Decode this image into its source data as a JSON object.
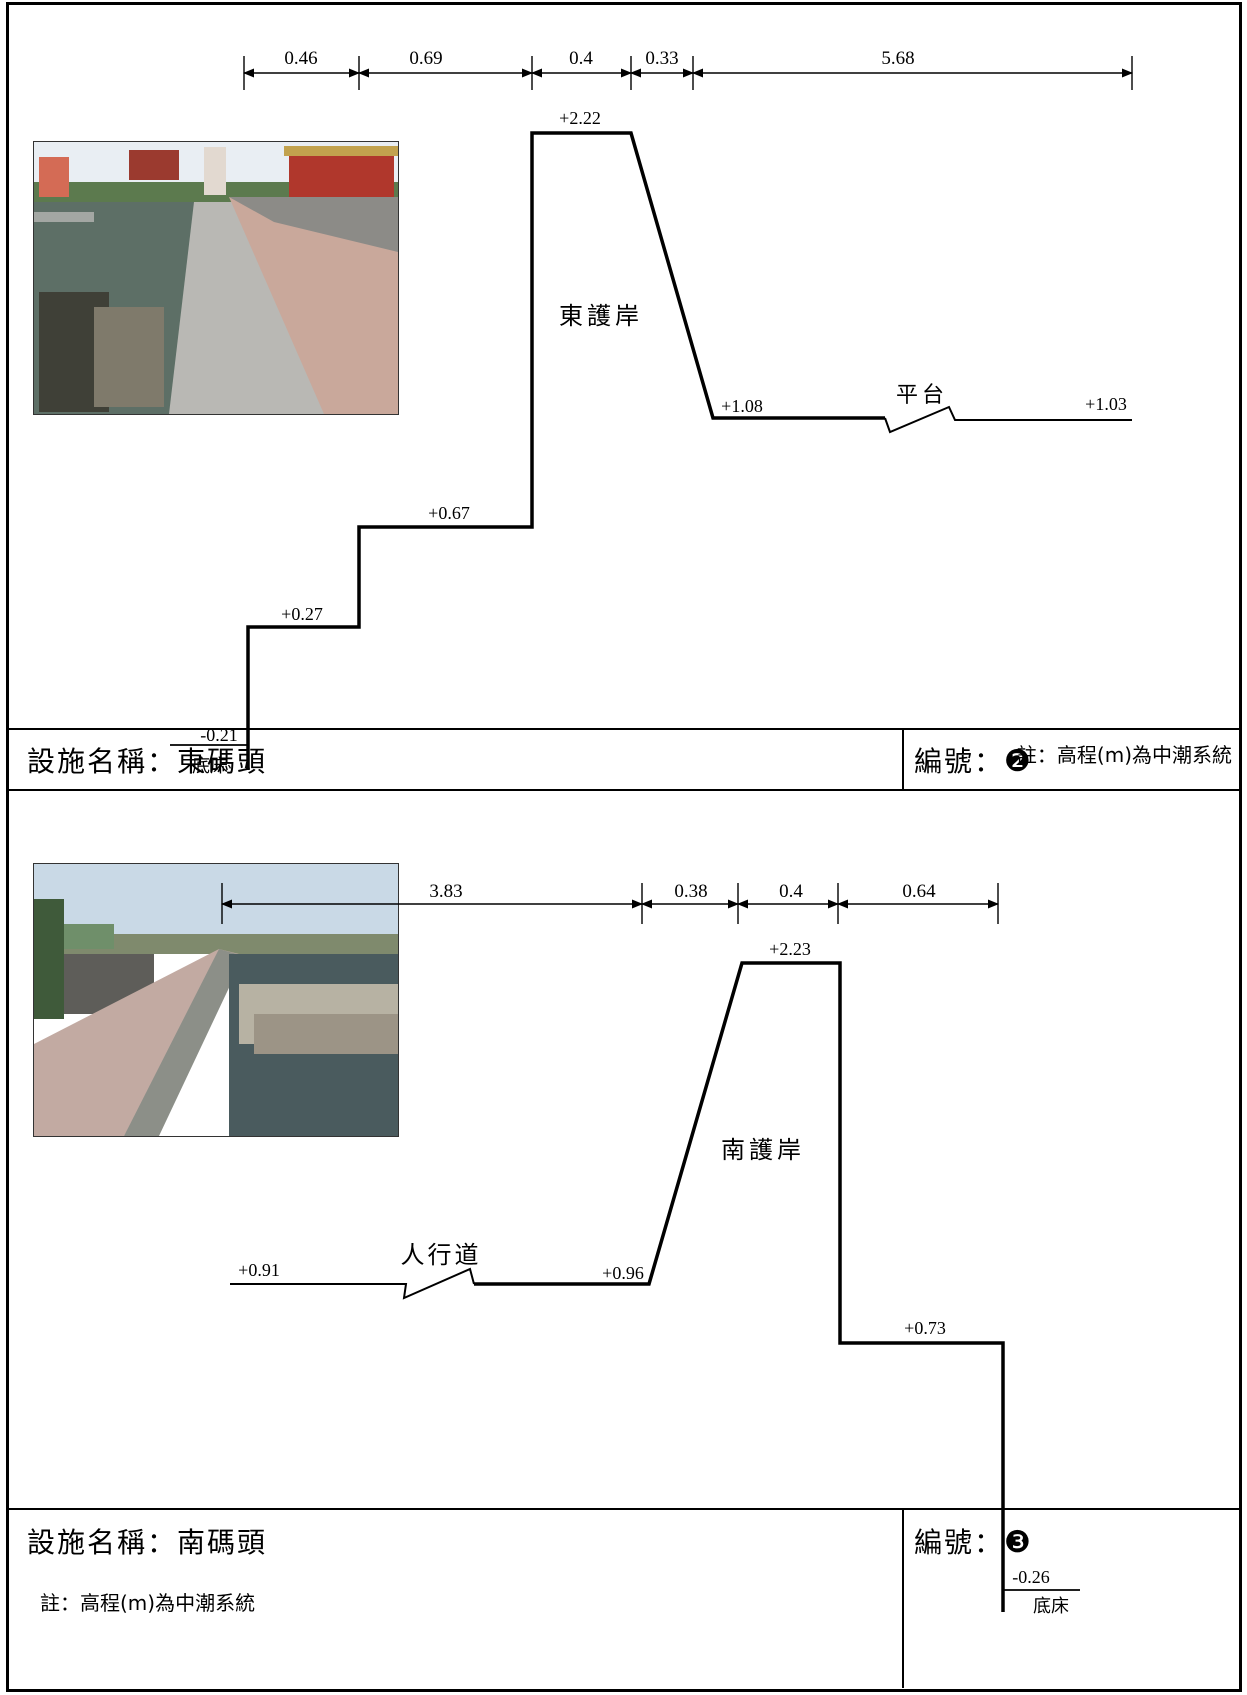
{
  "panel1": {
    "facility_label": "設施名稱：東碼頭",
    "number_label": "編號：",
    "number_glyph": "❷",
    "note": "註：高程(m)為中潮系統",
    "structure_label": "東護岸",
    "platform_label": "平台",
    "bed_label": "底床",
    "widths": [
      "0.46",
      "0.69",
      "0.4",
      "0.33",
      "5.68"
    ],
    "elevations": {
      "bed": "-0.21",
      "step1": "+0.27",
      "step2": "+0.67",
      "crest": "+2.22",
      "toe": "+1.08",
      "platform_end": "+1.03"
    },
    "photo": {
      "sky": "#e9eef3",
      "water": "#5d6f66",
      "walkway": "#c9a89b",
      "wall": "#b9b8b4",
      "temple": "#b0372c"
    }
  },
  "panel2": {
    "facility_label": "設施名稱：南碼頭",
    "number_label": "編號：",
    "number_glyph": "❸",
    "note": "註：高程(m)為中潮系統",
    "structure_label": "南護岸",
    "walkway_label": "人行道",
    "bed_label": "底床",
    "widths": [
      "3.83",
      "0.38",
      "0.4",
      "0.64"
    ],
    "elevations": {
      "walk_start": "+0.91",
      "walk_end": "+0.96",
      "crest": "+2.23",
      "step": "+0.73",
      "bed": "-0.26"
    },
    "photo": {
      "sky": "#c9d9e6",
      "water": "#4a5b5e",
      "walkway": "#c2aaa2",
      "wall": "#8c8f88",
      "boats": "#b7b2a3"
    }
  }
}
